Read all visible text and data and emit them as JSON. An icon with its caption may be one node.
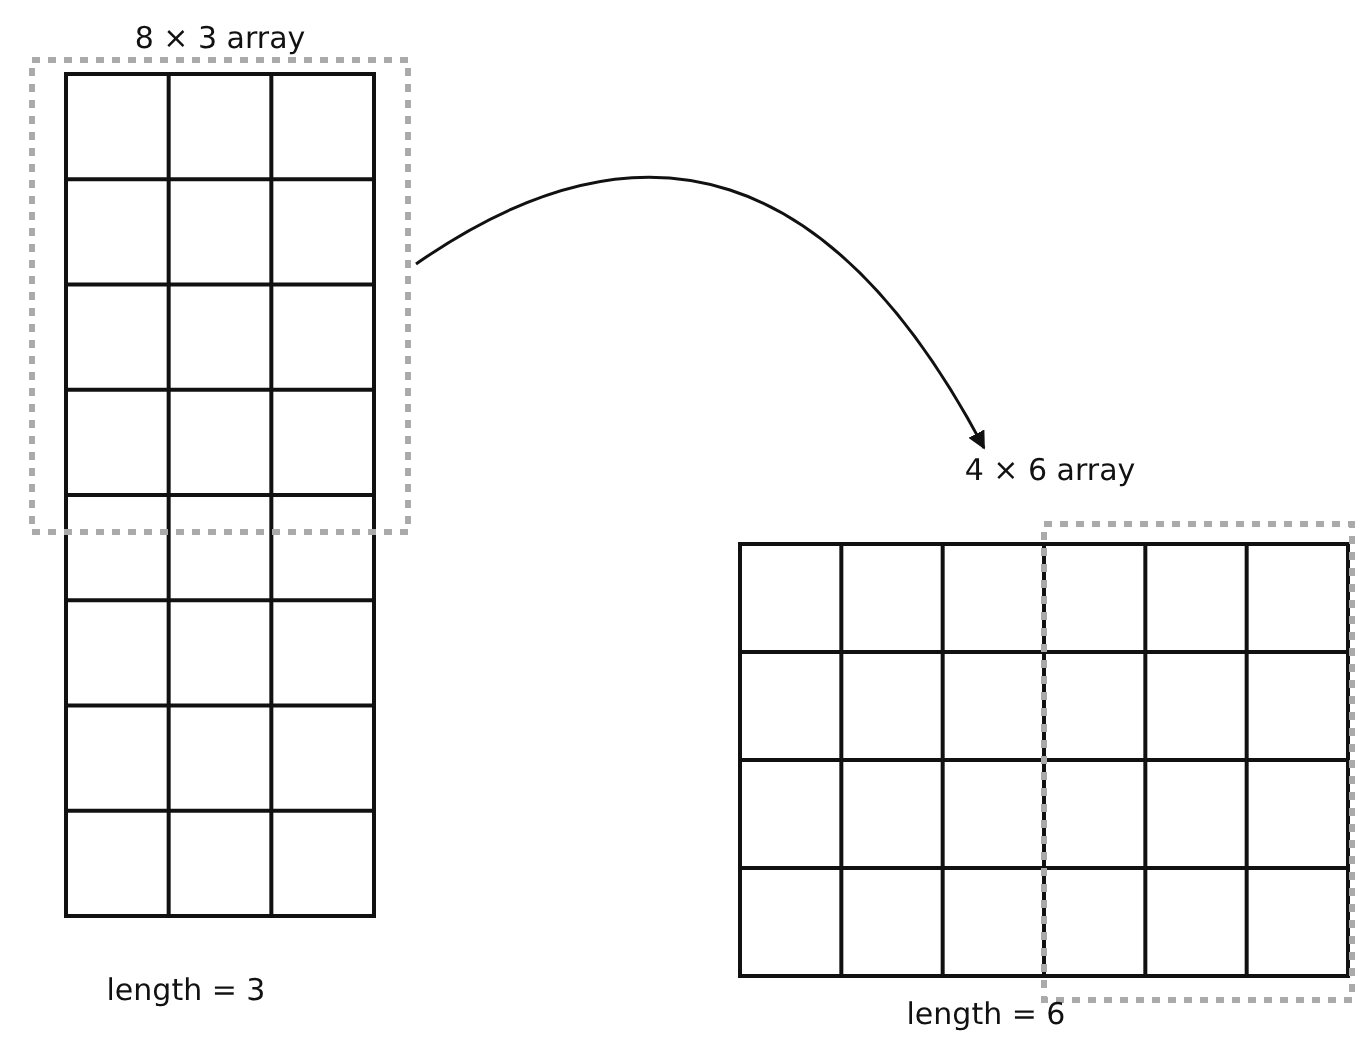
{
  "diagram": {
    "nodes": [
      {
        "text": [
          "8 × 3 array"
        ],
        "beside": [
          "length = 3"
        ]
      },
      {
        "text": [
          "4 × 6 array"
        ],
        "beside": [
          "length = 6"
        ]
      }
    ],
    "edges": [
      {
        "from": 0,
        "to": 1,
        "arrow": "to"
      }
    ]
  }
}
